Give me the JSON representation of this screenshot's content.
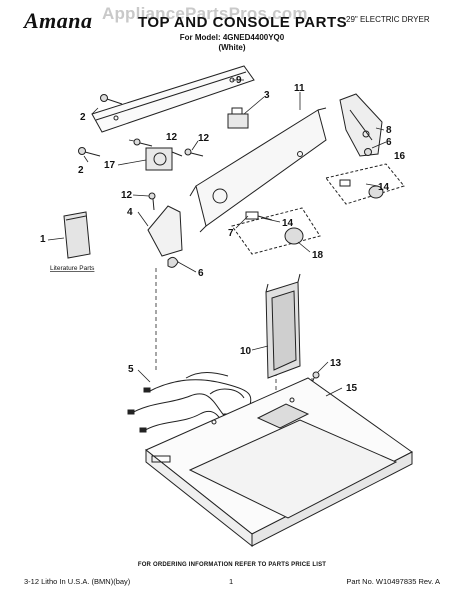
{
  "header": {
    "brand": "Amana",
    "watermark": "AppliancePartsPros.com",
    "title": "TOP AND CONSOLE PARTS",
    "subtitle": "29\" ELECTRIC DRYER",
    "model_line": "For Model: 4GNED4400YQ0",
    "color_line": "(White)"
  },
  "diagram": {
    "callouts": [
      "1",
      "2",
      "2",
      "3",
      "4",
      "5",
      "6",
      "6",
      "7",
      "8",
      "9",
      "10",
      "11",
      "12",
      "12",
      "12",
      "13",
      "14",
      "14",
      "15",
      "16",
      "17",
      "18"
    ],
    "literature_label": "Literature Parts"
  },
  "footer": {
    "ordering_note": "FOR ORDERING INFORMATION REFER TO PARTS PRICE LIST",
    "litho": "3-12 Litho In U.S.A. (BMN)(bay)",
    "page_number": "1",
    "part_number": "Part No. W10497835 Rev. A"
  }
}
